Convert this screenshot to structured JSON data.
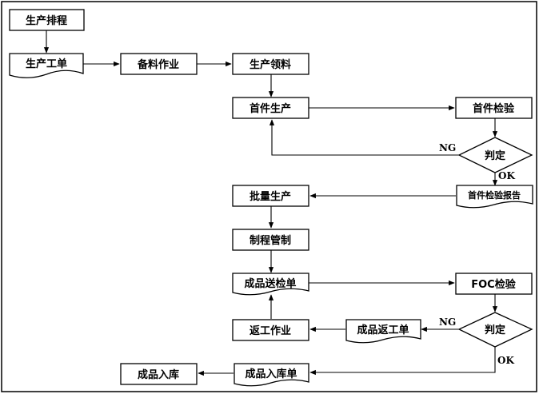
{
  "steps": {
    "schedule": "生产排程",
    "work_order": "生产工单",
    "material_prep": "备料作业",
    "material_pick": "生产领料",
    "first_piece_production": "首件生产",
    "first_piece_inspection": "首件检验",
    "judge_1": "判定",
    "first_piece_report": "首件检验报告",
    "mass_production": "批量生产",
    "process_control": "制程管制",
    "inspection_request": "成品送检单",
    "foc_inspection": "FOC检验",
    "judge_2": "判定",
    "rework_order": "成品返工单",
    "rework": "返工作业",
    "warehouse_receipt": "成品入库单",
    "warehousing": "成品入库"
  },
  "labels": {
    "ng_1": "NG",
    "ok_1": "OK",
    "ng_2": "NG",
    "ok_2": "OK"
  }
}
